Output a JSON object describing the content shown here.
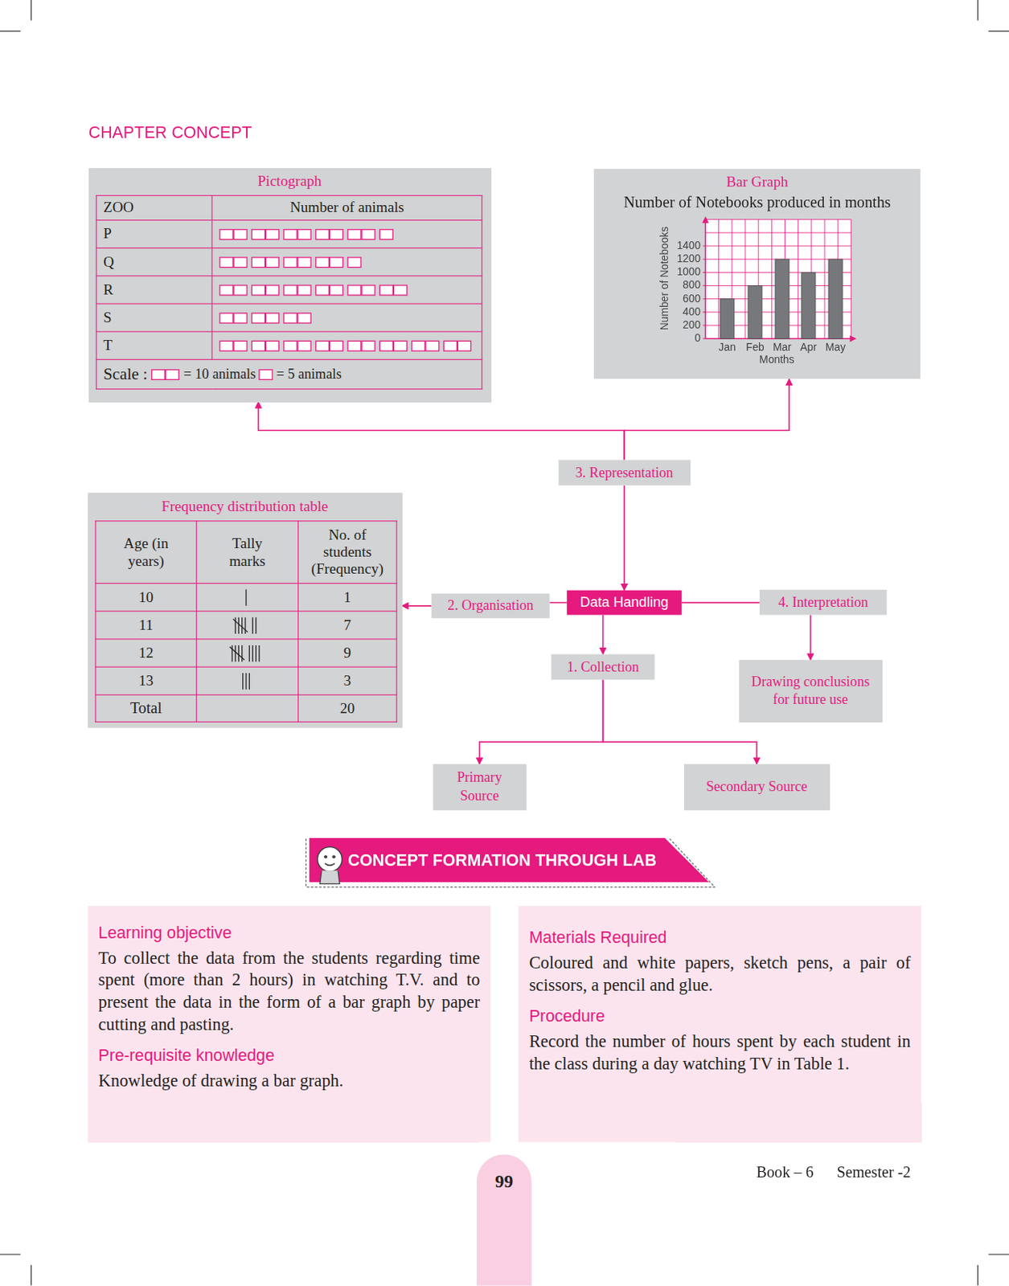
{
  "diagram": {
    "title": "CHAPTER CONCEPT",
    "nodes": [
      {
        "text": [
          "Pictograph"
        ]
      },
      {
        "text": [
          "Bar Graph",
          "Number of Notebooks produced in months"
        ]
      },
      {
        "text": [
          "Frequency distribution table"
        ]
      },
      {
        "text": [
          "3. Representation"
        ]
      },
      {
        "text": [
          "2. Organisation"
        ]
      },
      {
        "text": [
          "Data Handling"
        ]
      },
      {
        "text": [
          "4. Interpretation"
        ]
      },
      {
        "text": [
          "1. Collection"
        ]
      },
      {
        "text": [
          "Drawing conclusions for future use"
        ]
      },
      {
        "text": [
          "Primary Source"
        ]
      },
      {
        "text": [
          "Secondary Source"
        ]
      },
      {
        "text": [
          "CONCEPT FORMATION THROUGH LAB"
        ]
      },
      {
        "text": [
          "Learning objective",
          "To collect the data from the students regarding time spent (more than 2 hours) in watching T.V. and to present the data in the form of a bar graph by paper cutting and pasting.",
          "Pre-requisite knowledge",
          "Knowledge of drawing a bar graph."
        ]
      },
      {
        "text": [
          "Materials Required",
          "Coloured and white papers, sketch pens, a pair of scissors, a pencil and glue.",
          "Procedure",
          "Record the number of hours spent by each student in the class during a day watching TV in Table 1."
        ]
      },
      {
        "text": [
          "99"
        ]
      }
    ],
    "edges": [
      {
        "from": 3,
        "to": 5,
        "arrow": "to"
      },
      {
        "from": 3,
        "to": 0,
        "arrow": "to"
      },
      {
        "from": 3,
        "to": 1,
        "arrow": "to"
      },
      {
        "from": 5,
        "to": 4,
        "arrow": "none"
      },
      {
        "from": 4,
        "to": 2,
        "arrow": "to"
      },
      {
        "from": 5,
        "to": 6,
        "arrow": "none"
      },
      {
        "from": 6,
        "to": 8,
        "arrow": "to"
      },
      {
        "from": 5,
        "to": 7,
        "arrow": "to"
      },
      {
        "from": 7,
        "to": 9,
        "arrow": "to"
      },
      {
        "from": 7,
        "to": 10,
        "arrow": "to"
      }
    ],
    "labels": [
      "ZOO",
      "Number of animals",
      "P",
      "Q",
      "R",
      "S",
      "T",
      "Scale :",
      "= 10 animals",
      "= 5 animals",
      "Number of Notebooks",
      "1400",
      "1200",
      "1000",
      "800",
      "600",
      "400",
      "200",
      "0",
      "Jan",
      "Feb",
      "Mar",
      "Apr",
      "May",
      "Months",
      "Age (in years)",
      "Tally marks",
      "No. of students (Frequency)",
      "10",
      "1",
      "11",
      "7",
      "12",
      "9",
      "13",
      "3",
      "Total",
      "20",
      "Book – 6",
      "Semester -2"
    ]
  }
}
